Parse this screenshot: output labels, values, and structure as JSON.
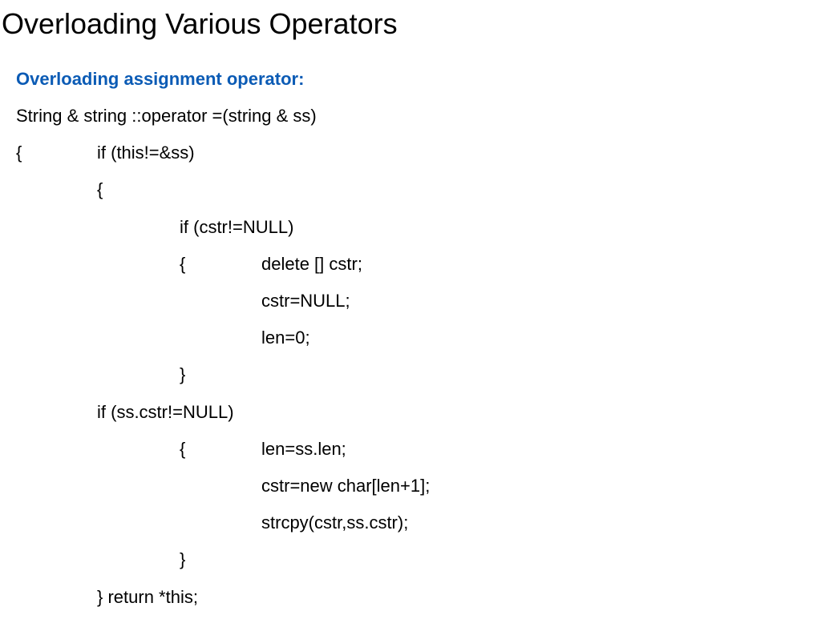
{
  "slide": {
    "title": "Overloading Various Operators",
    "subtitle": "Overloading assignment operator:",
    "subtitle_color": "#0b5bb5",
    "lines": [
      {
        "segments": [
          {
            "col": 0,
            "text": "String & string ::operator =(string & ss)"
          }
        ]
      },
      {
        "segments": [
          {
            "col": 0,
            "text": "{"
          },
          {
            "col": 1,
            "text": "if (this!=&ss)"
          }
        ]
      },
      {
        "segments": [
          {
            "col": 1,
            "text": "{"
          }
        ]
      },
      {
        "segments": [
          {
            "col": 2,
            "text": "if (cstr!=NULL)"
          }
        ]
      },
      {
        "segments": [
          {
            "col": 2,
            "text": "{"
          },
          {
            "col": 3,
            "text": "delete [] cstr;"
          }
        ]
      },
      {
        "segments": [
          {
            "col": 3,
            "text": "cstr=NULL;"
          }
        ]
      },
      {
        "segments": [
          {
            "col": 3,
            "text": "len=0;"
          }
        ]
      },
      {
        "segments": [
          {
            "col": 2,
            "text": "}"
          }
        ]
      },
      {
        "segments": [
          {
            "col": 1,
            "text": "if (ss.cstr!=NULL)"
          }
        ]
      },
      {
        "segments": [
          {
            "col": 2,
            "text": "{"
          },
          {
            "col": 3,
            "text": "len=ss.len;"
          }
        ]
      },
      {
        "segments": [
          {
            "col": 3,
            "text": "cstr=new char[len+1];"
          }
        ]
      },
      {
        "segments": [
          {
            "col": 3,
            "text": "strcpy(cstr,ss.cstr);"
          }
        ]
      },
      {
        "segments": [
          {
            "col": 2,
            "text": "}"
          }
        ]
      },
      {
        "segments": [
          {
            "col": 1,
            "text": "} return *this;"
          }
        ]
      }
    ]
  }
}
